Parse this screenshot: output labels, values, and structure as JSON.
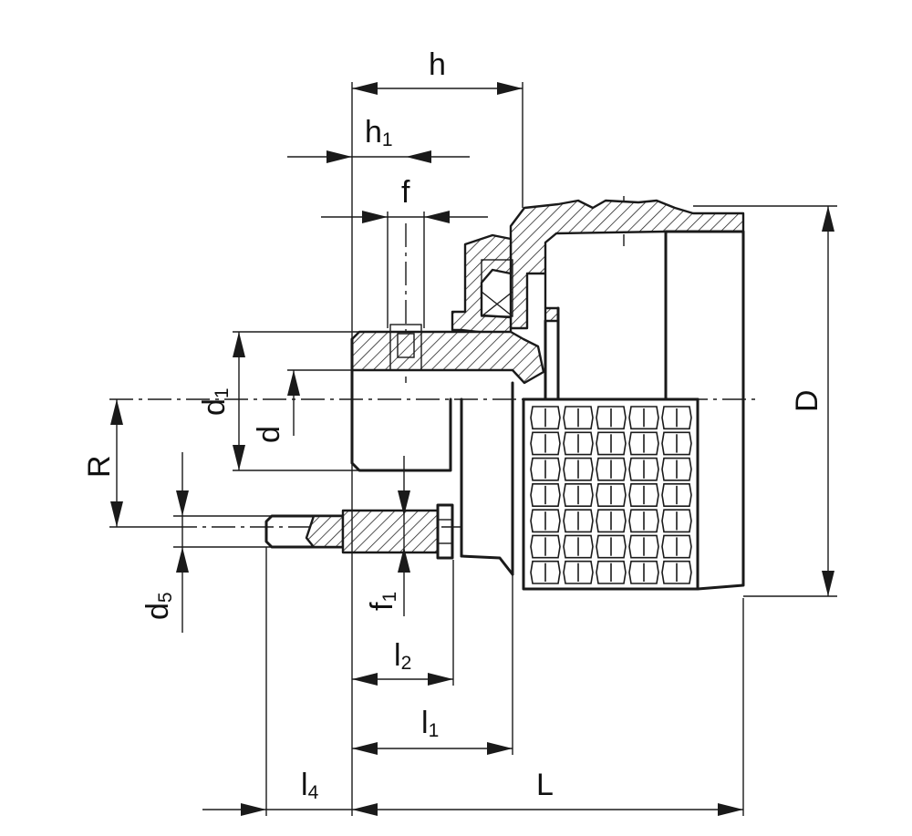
{
  "labels": {
    "h": {
      "main": "h",
      "sub": ""
    },
    "h1": {
      "main": "h",
      "sub": "1"
    },
    "f": {
      "main": "f",
      "sub": ""
    },
    "d1": {
      "main": "d",
      "sub": "1"
    },
    "d": {
      "main": "d",
      "sub": ""
    },
    "R": {
      "main": "R",
      "sub": ""
    },
    "D": {
      "main": "D",
      "sub": ""
    },
    "d5": {
      "main": "d",
      "sub": "5"
    },
    "f1": {
      "main": "f",
      "sub": "1"
    },
    "l2": {
      "main": "l",
      "sub": "2"
    },
    "l1": {
      "main": "l",
      "sub": "1"
    },
    "l4": {
      "main": "l",
      "sub": "4"
    },
    "L": {
      "main": "L",
      "sub": ""
    }
  }
}
